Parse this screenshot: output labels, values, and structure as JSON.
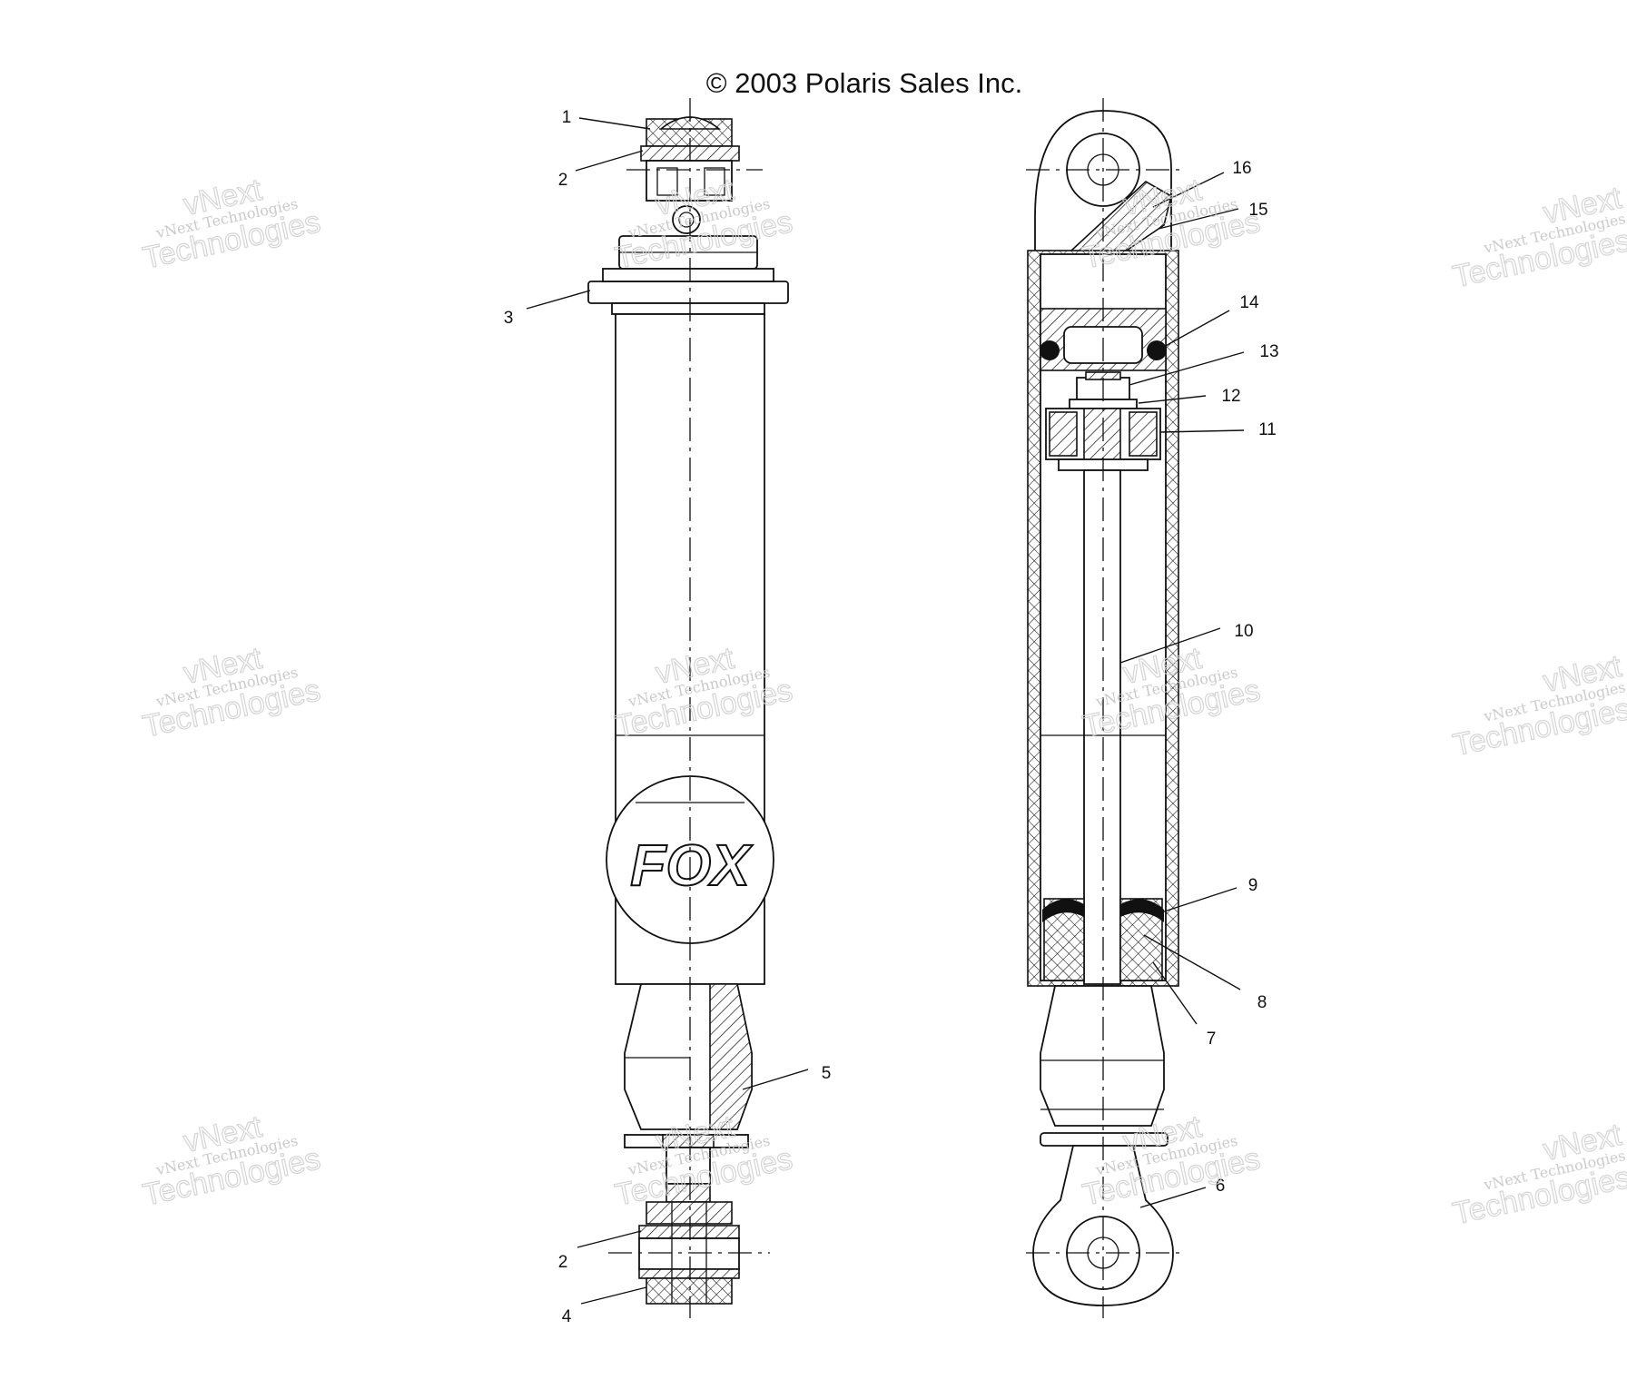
{
  "diagram": {
    "copyright": "© 2003 Polaris Sales Inc.",
    "logo_text": "FOX",
    "watermark": {
      "small": "vNext Technologies",
      "big_top": "vNext",
      "big_bottom": "Technologies"
    },
    "callouts": [
      "1",
      "2",
      "3",
      "2",
      "4",
      "5",
      "6",
      "7",
      "8",
      "9",
      "10",
      "11",
      "12",
      "13",
      "14",
      "15",
      "16"
    ]
  }
}
